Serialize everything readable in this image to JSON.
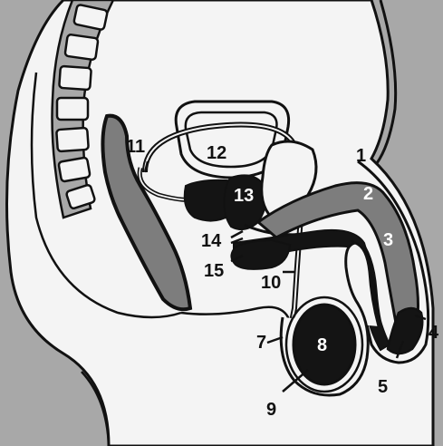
{
  "diagram": {
    "colors": {
      "background": "#a8a8a8",
      "tissue": "#f4f4f4",
      "outline": "#111111",
      "organ_gray": "#7d7d7d",
      "organ_dark": "#141414"
    },
    "labels": [
      {
        "id": "1",
        "text": "1"
      },
      {
        "id": "2",
        "text": "2"
      },
      {
        "id": "3",
        "text": "3"
      },
      {
        "id": "4",
        "text": "4"
      },
      {
        "id": "5",
        "text": "5"
      },
      {
        "id": "7",
        "text": "7"
      },
      {
        "id": "8",
        "text": "8"
      },
      {
        "id": "9",
        "text": "9"
      },
      {
        "id": "10",
        "text": "10"
      },
      {
        "id": "11",
        "text": "11"
      },
      {
        "id": "12",
        "text": "12"
      },
      {
        "id": "13",
        "text": "13"
      },
      {
        "id": "14",
        "text": "14"
      },
      {
        "id": "15",
        "text": "15"
      }
    ]
  }
}
